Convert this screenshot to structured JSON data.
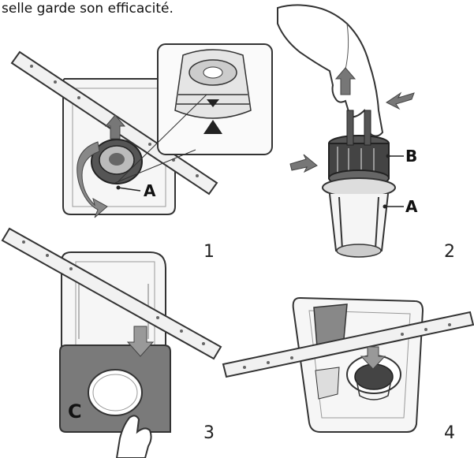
{
  "intro": {
    "line_partial": "selle garde son efficacité."
  },
  "steps": [
    {
      "number": "1",
      "callouts": [
        "A"
      ]
    },
    {
      "number": "2",
      "callouts": [
        "B",
        "A"
      ]
    },
    {
      "number": "3",
      "callouts": [
        "C"
      ]
    },
    {
      "number": "4",
      "callouts": []
    }
  ],
  "colors": {
    "line": "#333333",
    "arrow": "#777777",
    "plate": "#7a7a7a",
    "light": "#f4f4f4"
  }
}
